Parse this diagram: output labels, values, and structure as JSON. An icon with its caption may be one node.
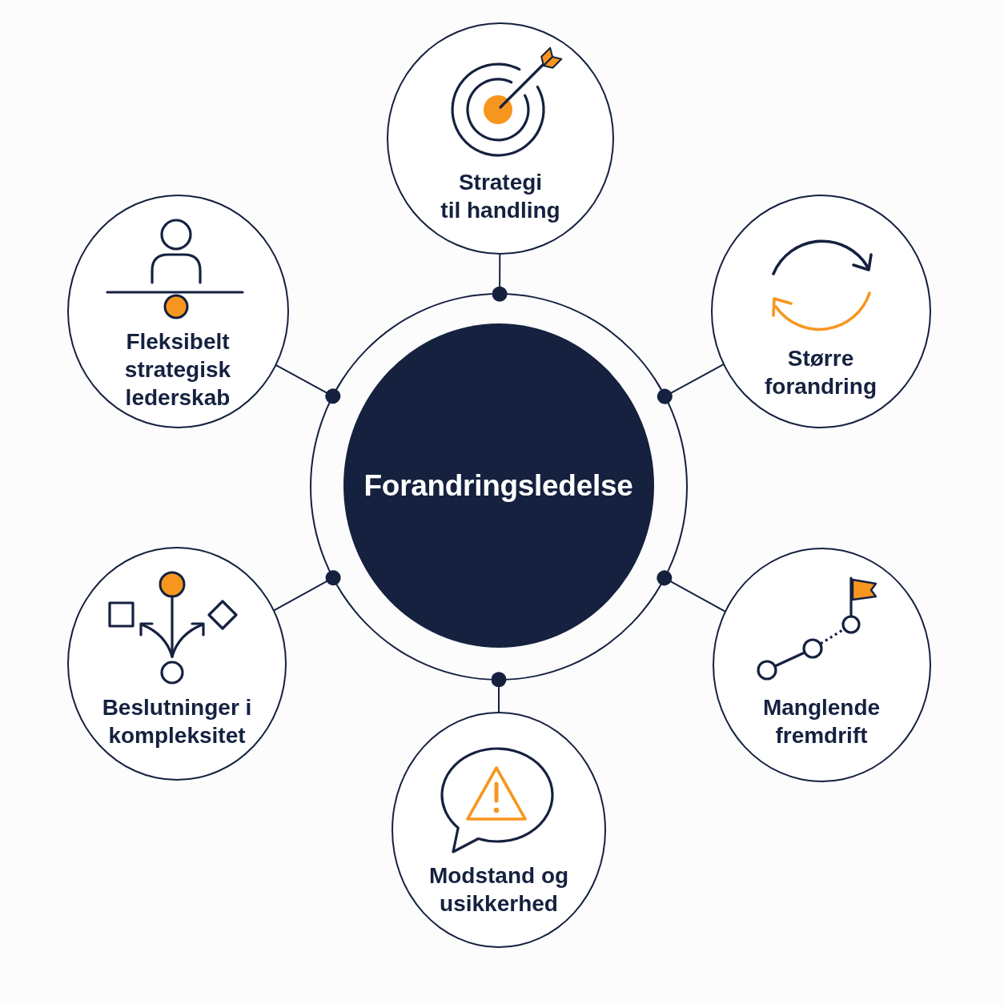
{
  "diagram": {
    "nodes": [
      {
        "text": [],
        "shape": "circle"
      },
      {
        "text": [
          "Forandringsledelse"
        ],
        "in": 0
      },
      {
        "text": [
          "Strategi til handling"
        ]
      },
      {
        "text": [
          "Fleksibelt strategisk lederskab"
        ]
      },
      {
        "text": [
          "Større forandring"
        ]
      },
      {
        "text": [
          "Beslutninger i kompleksitet"
        ]
      },
      {
        "text": [
          "Manglende fremdrift"
        ]
      },
      {
        "text": [
          "Modstand og usikkerhed"
        ]
      }
    ],
    "edges": [
      {
        "from": 0,
        "to": 2,
        "arrow": "other"
      },
      {
        "from": 0,
        "to": 3,
        "arrow": "other"
      },
      {
        "from": 0,
        "to": 4,
        "arrow": "other"
      },
      {
        "from": 0,
        "to": 5,
        "arrow": "other"
      },
      {
        "from": 0,
        "to": 6,
        "arrow": "other"
      },
      {
        "from": 0,
        "to": 7,
        "arrow": "other"
      }
    ]
  }
}
